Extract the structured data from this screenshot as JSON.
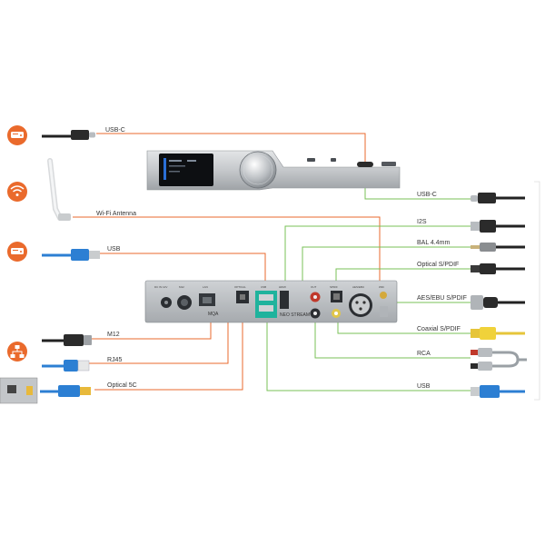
{
  "colors": {
    "orange": "#ea6a2c",
    "green": "#79c257",
    "device_silver": "#b9bdc1",
    "device_dark": "#3a3d42",
    "blue_plug": "#2c7fd3",
    "cable_black": "#222222"
  },
  "left_icons": [
    "hdd-icon",
    "wifi-icon",
    "hdd-icon",
    "network-icon"
  ],
  "left_connections": [
    {
      "label": "USB-C"
    },
    {
      "label": "Wi-Fi Antenna"
    },
    {
      "label": "USB"
    },
    {
      "label": "M12"
    },
    {
      "label": "RJ45"
    },
    {
      "label": "Optical 5C"
    }
  ],
  "right_connections": [
    {
      "label": "USB-C"
    },
    {
      "label": "I2S"
    },
    {
      "label": "BAL 4.4mm"
    },
    {
      "label": "Optical S/PDIF"
    },
    {
      "label": "AES/EBU S/PDIF"
    },
    {
      "label": "Coaxial S/PDIF"
    },
    {
      "label": "RCA"
    },
    {
      "label": "USB"
    }
  ],
  "rear_panel": {
    "mqa_text": "MQA",
    "model_text": "NEO STREAM",
    "port_texts": [
      "DC IN 12V",
      "M12",
      "LAN",
      "OPTICAL",
      "USB",
      "HDMI",
      "OUT",
      "SPDIF",
      "AES/EBU",
      "WiFi"
    ]
  }
}
